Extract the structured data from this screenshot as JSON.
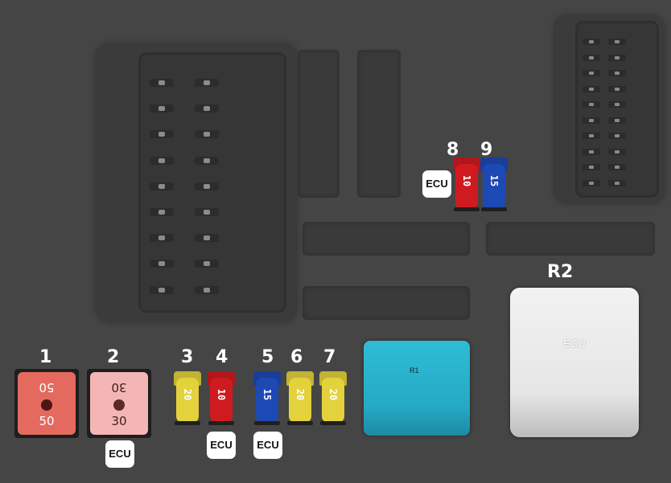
{
  "fuse_box": {
    "fuses": [
      {
        "number": "1",
        "rating": "50",
        "type": "maxi",
        "color": "#e46a60",
        "ecu": false
      },
      {
        "number": "2",
        "rating": "30",
        "type": "maxi",
        "color": "#f4b6b4",
        "ecu": true
      },
      {
        "number": "3",
        "rating": "20",
        "type": "mini",
        "color": "#e3d23c",
        "ecu": false
      },
      {
        "number": "4",
        "rating": "10",
        "type": "mini",
        "color": "#cf1a1f",
        "ecu": true
      },
      {
        "number": "5",
        "rating": "15",
        "type": "mini",
        "color": "#1d49b5",
        "ecu": true
      },
      {
        "number": "6",
        "rating": "20",
        "type": "mini",
        "color": "#e3d23c",
        "ecu": false
      },
      {
        "number": "7",
        "rating": "20",
        "type": "mini",
        "color": "#e3d23c",
        "ecu": false
      },
      {
        "number": "8",
        "rating": "10",
        "type": "mini",
        "color": "#cf1a1f",
        "ecu": true
      },
      {
        "number": "9",
        "rating": "15",
        "type": "mini",
        "color": "#1d49b5",
        "ecu": false
      }
    ],
    "relays": [
      {
        "id": "R1",
        "color": "#2bb0cc"
      },
      {
        "id": "R2",
        "label": "ECU",
        "color": "#e8e8e8"
      }
    ],
    "ecu_tag": "ECU"
  }
}
